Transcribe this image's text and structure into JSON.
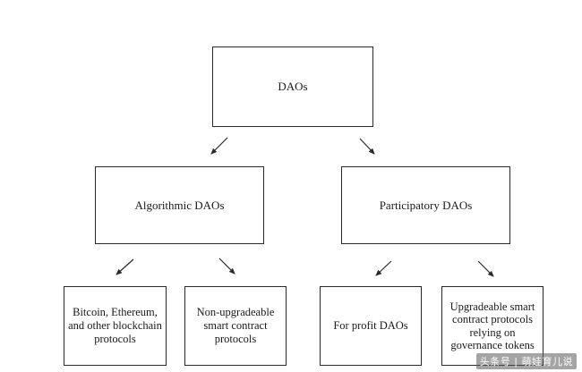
{
  "diagram": {
    "root": {
      "label": "DAOs"
    },
    "level1": [
      {
        "id": "algorithmic",
        "label": "Algorithmic DAOs"
      },
      {
        "id": "participatory",
        "label": "Participatory DAOs"
      }
    ],
    "level2": [
      {
        "id": "bitcoin",
        "parent": "algorithmic",
        "label": "Bitcoin, Ethereum, and other blockchain protocols"
      },
      {
        "id": "non_upgradeable",
        "parent": "algorithmic",
        "label": "Non-upgradeable smart contract protocols"
      },
      {
        "id": "for_profit",
        "parent": "participatory",
        "label": "For profit DAOs"
      },
      {
        "id": "upgradeable",
        "parent": "participatory",
        "label": "Upgradeable smart contract protocols relying on governance tokens"
      }
    ]
  },
  "watermark": "头条号 | 萌娃育儿说",
  "colors": {
    "stroke": "#2a2a2a",
    "background": "#ffffff"
  }
}
